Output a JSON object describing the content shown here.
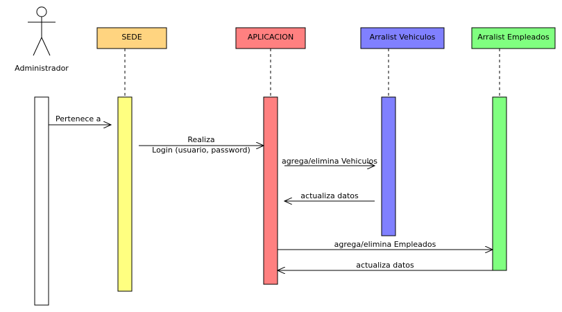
{
  "actor": {
    "label": "Administrador"
  },
  "participants": [
    {
      "id": "sede",
      "label": "SEDE",
      "color": "#FFD480",
      "activation_color": "#FFFF80"
    },
    {
      "id": "aplicacion",
      "label": "APLICACION",
      "color": "#FF8080",
      "activation_color": "#FF8080"
    },
    {
      "id": "vehiculos",
      "label": "Arralist Vehiculos",
      "color": "#8080FF",
      "activation_color": "#8080FF"
    },
    {
      "id": "empleados",
      "label": "Arralist Empleados",
      "color": "#80FF80",
      "activation_color": "#80FF80"
    }
  ],
  "messages": [
    {
      "label": "Pertenece a",
      "from": "Administrador",
      "to": "SEDE"
    },
    {
      "label_line1": "Realiza",
      "label_line2": "Login (usuario, password)",
      "from": "SEDE",
      "to": "APLICACION"
    },
    {
      "label": "agrega/elimina Vehiculos",
      "from": "APLICACION",
      "to": "Arralist Vehiculos"
    },
    {
      "label": "actualiza datos",
      "from": "Arralist Vehiculos",
      "to": "APLICACION"
    },
    {
      "label": "agrega/elimina Empleados",
      "from": "APLICACION",
      "to": "Arralist Empleados"
    },
    {
      "label": "actualiza datos",
      "from": "Arralist Empleados",
      "to": "APLICACION"
    }
  ]
}
